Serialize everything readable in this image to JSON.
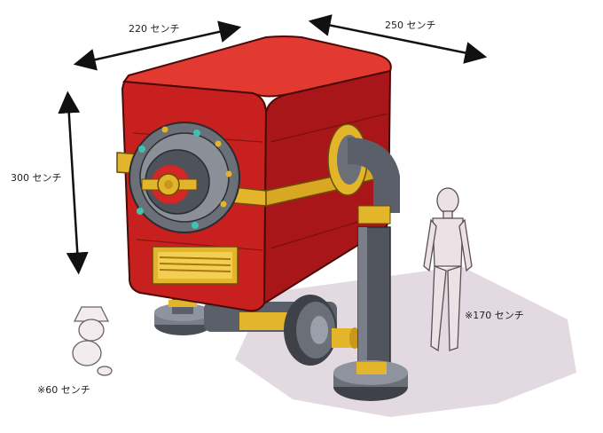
{
  "dimensions": {
    "width_label": "220 センチ",
    "depth_label": "250 センチ",
    "height_label": "300 センチ"
  },
  "references": {
    "human_label": "※170 センチ",
    "lamp_label": "※60 センチ"
  },
  "colors": {
    "body_red": "#c8201e",
    "body_red_dark": "#9a1512",
    "body_red_light": "#e23a30",
    "brass": "#e3b52a",
    "steel": "#6b6f78",
    "steel_dark": "#3e4148",
    "shadow": "#d8cfd6"
  }
}
